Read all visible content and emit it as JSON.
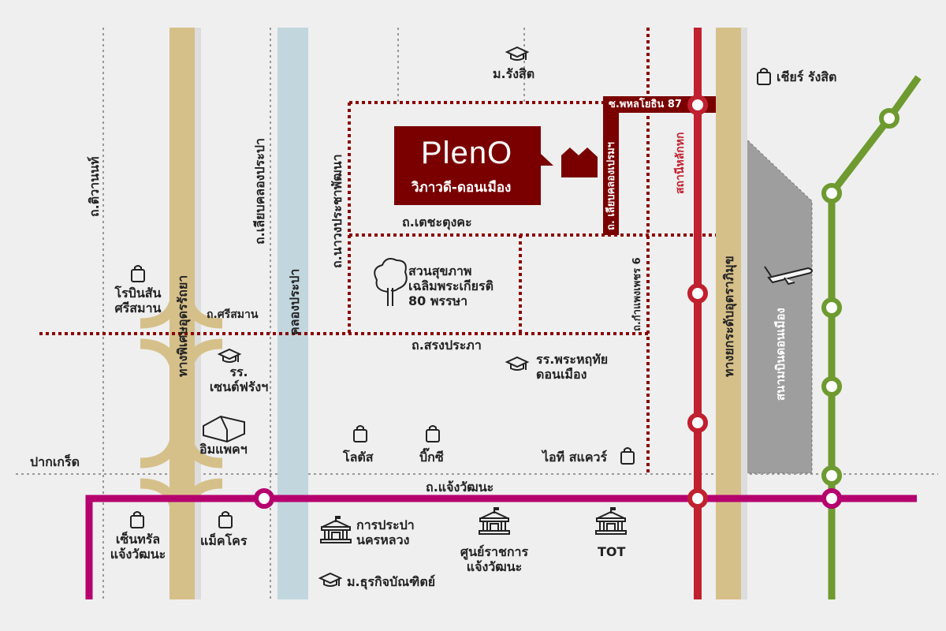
{
  "project": {
    "logo": "PlenO",
    "subtitle": "วิภาวดี-ดอนเมือง"
  },
  "roads": {
    "tiwanon": "ถ.ติวานนท์",
    "sialkhlong": "ถ.เลียบคลองประปา",
    "nangprachaphatthana": "ถ.นาวงประชาพัฒนา",
    "khlongprapa": "คลองประปา",
    "highway_utraraphiphat": "ทางพิเศษอุดรรัถยา",
    "srisaman": "ถ.ศรีสมาน",
    "techatungkha": "ถ.เตชะตุงคะ",
    "songprapa": "ถ.สรงประภา",
    "chaengwattana": "ถ.แจ้งวัฒนะ",
    "phahon87": "ซ.พหลโยธิน 87",
    "lianglong_prem": "ถ. เลียบคลองเปรมฯ",
    "kamphaengphet6": "ถ.กำแพงเพชร 6",
    "donmueang_tollway": "ทางยกระดับอุตราภิมุข",
    "pakkret": "ปากเกร็ด"
  },
  "stations": {
    "laksi": "สถานีหลักหก"
  },
  "places": {
    "rangsit_uni": "ม.รังสิต",
    "future_rangsit": "เชียร์ รังสิต",
    "robinson_line1": "โรบินสัน",
    "robinson_line2": "ศรีสมาน",
    "st_francis_line1": "รร.",
    "st_francis_line2": "เซนต์ฟรังฯ",
    "impact": "อิมแพคฯ",
    "park_line1": "สวนสุขภาพ",
    "park_line2": "เฉลิมพระเกียรติ",
    "park_line3": "80 พรรษา",
    "school_line1": "รร.พระหฤทัย",
    "school_line2": "ดอนเมือง",
    "lotus": "โลตัส",
    "bigc": "บิ๊กซี",
    "it_square": "ไอที สแควร์",
    "central_line1": "เซ็นทรัล",
    "central_line2": "แจ้งวัฒนะ",
    "makro": "แม็คโคร",
    "mwa_line1": "การประปา",
    "mwa_line2": "นครหลวง",
    "govt_line1": "ศูนย์ราชการ",
    "govt_line2": "แจ้งวัฒนะ",
    "tot": "TOT",
    "dpu": "ม.ธุรกิจบัณฑิตย์",
    "airport": "สนามบินดอนเมือง"
  },
  "colors": {
    "red_line": "#c0202f",
    "purple_line": "#b5006e",
    "green_line": "#6e9a30",
    "highway": "#d6c08a",
    "canal": "#c2d6de",
    "local_road": "#8b0000",
    "airport": "#9e9e9e"
  }
}
